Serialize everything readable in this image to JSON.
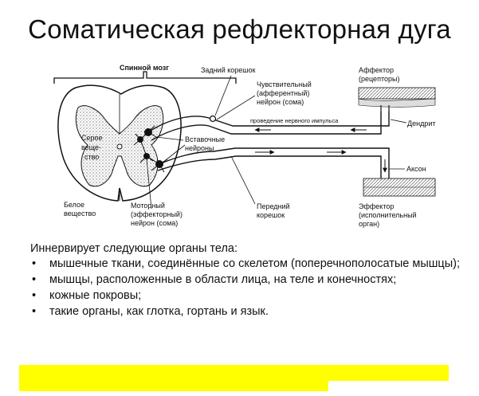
{
  "slide": {
    "title": "Соматическая рефлекторная дуга"
  },
  "diagram": {
    "spinal_cord": "Спинной мозг",
    "dorsal_root": "Задний корешок",
    "sensory_neuron": [
      "Чувствительный",
      "(афферентный)",
      "нейрон (сома)"
    ],
    "afferent": [
      "Аффектор",
      "(рецепторы)"
    ],
    "dendrite": "Дендрит",
    "impulse": "проведение нервного импульса",
    "gray_matter": [
      "Серое",
      "веще-",
      "ство"
    ],
    "interneurons": [
      "Вставочные",
      "нейроны"
    ],
    "axon": "Аксон",
    "white_matter": [
      "Белое",
      "вещество"
    ],
    "motor_neuron": [
      "Моторный",
      "(эффекторный)",
      "нейрон (сома)"
    ],
    "ventral_root": [
      "Передний",
      "корешок"
    ],
    "effector": [
      "Эффектор",
      "(исполнительный",
      "орган)"
    ]
  },
  "text": {
    "intro": "Иннервирует следующие органы тела:",
    "bullet_symbol": "•",
    "items": [
      "мышечные ткани, соединённые со скелетом (поперечнополосатые мышцы);",
      "мышцы, расположенные в области лица, на теле и конечностях;",
      "кожные покровы;",
      "такие органы, как глотка, гортань и язык."
    ]
  },
  "colors": {
    "highlight": "#ffff00"
  }
}
